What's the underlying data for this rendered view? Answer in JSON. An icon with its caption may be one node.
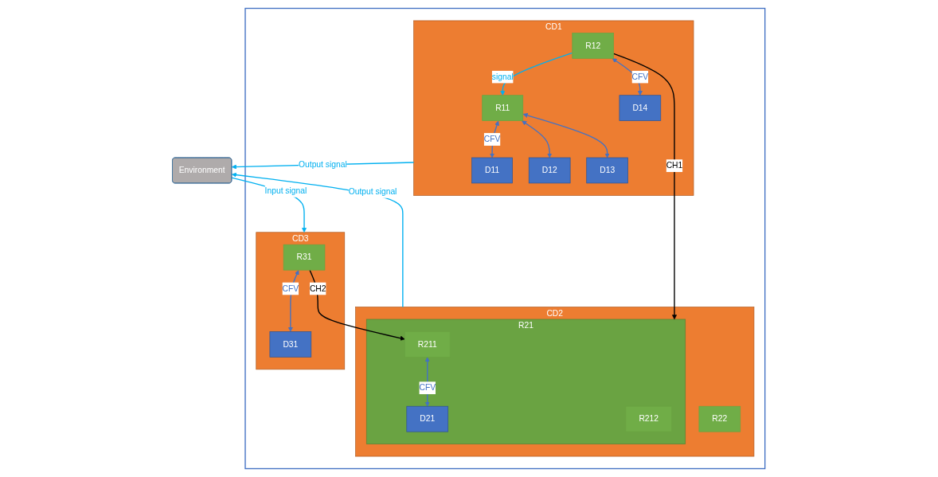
{
  "diagram": {
    "nodes": [
      {
        "text": [
          "Environment"
        ]
      },
      {
        "text": [],
        "shape": "box"
      },
      {
        "text": [
          "CD1"
        ],
        "in": 1
      },
      {
        "text": [
          "R11"
        ],
        "in": 2
      },
      {
        "text": [
          "D11"
        ],
        "in": 2
      },
      {
        "text": [
          "D12"
        ],
        "in": 2
      },
      {
        "text": [
          "D13"
        ],
        "in": 2
      },
      {
        "text": [
          "R12"
        ],
        "in": 2
      },
      {
        "text": [
          "D14"
        ],
        "in": 2
      },
      {
        "text": [
          "CD2"
        ],
        "in": 1
      },
      {
        "text": [
          "R21"
        ],
        "in": 9
      },
      {
        "text": [
          "R211"
        ],
        "in": 10
      },
      {
        "text": [
          "D21"
        ],
        "in": 10
      },
      {
        "text": [
          "R212"
        ],
        "in": 10
      },
      {
        "text": [
          "R22"
        ],
        "in": 9
      },
      {
        "text": [
          "CD3"
        ],
        "in": 1
      },
      {
        "text": [
          "R31"
        ],
        "in": 15
      },
      {
        "text": [
          "D31"
        ],
        "in": 15
      }
    ],
    "edges": [
      {
        "from": 2,
        "to": 0,
        "arrow": "to",
        "label": "Output signal",
        "color": "#00b0f0"
      },
      {
        "from": 9,
        "to": 0,
        "arrow": "to",
        "label": "Output signal",
        "color": "#00b0f0"
      },
      {
        "from": 0,
        "to": 15,
        "arrow": "to",
        "label": "Input signal",
        "color": "#00b0f0"
      },
      {
        "from": 7,
        "to": 3,
        "arrow": "to",
        "label": "signal",
        "color": "#00b0f0"
      },
      {
        "from": 3,
        "to": 4,
        "arrow": "both",
        "label": "CFV"
      },
      {
        "from": 3,
        "to": 5,
        "arrow": "both"
      },
      {
        "from": 3,
        "to": 6,
        "arrow": "both"
      },
      {
        "from": 7,
        "to": 8,
        "arrow": "both",
        "label": "CFV"
      },
      {
        "from": 7,
        "to": 10,
        "arrow": "to",
        "label": "CH1",
        "color": "#000000"
      },
      {
        "from": 11,
        "to": 12,
        "arrow": "both",
        "label": "CFV"
      },
      {
        "from": 16,
        "to": 11,
        "arrow": "to",
        "label": "CH2",
        "color": "#000000"
      },
      {
        "from": 16,
        "to": 17,
        "arrow": "both",
        "label": "CFV"
      }
    ]
  }
}
